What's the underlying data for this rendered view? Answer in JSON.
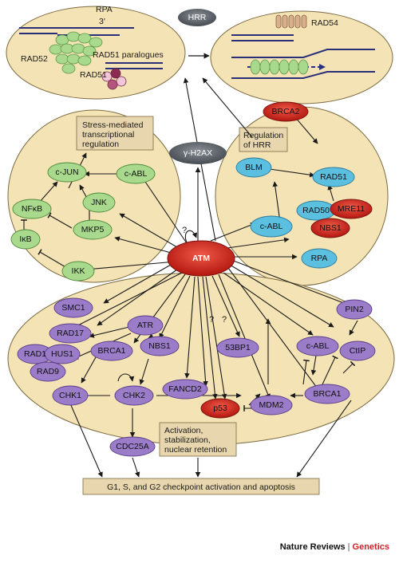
{
  "regions": {
    "hrr_label": "HRR",
    "labels": {
      "rpa": "RPA",
      "three_prime": "3′",
      "rad52": "RAD52",
      "rad51": "RAD51",
      "rad51_paralogues": "RAD51 paralogues",
      "rad54": "RAD54"
    }
  },
  "boxes": {
    "stress": [
      "Stress-mediated",
      "transcriptional",
      "regulation"
    ],
    "hrr_regulation": [
      "Regulation",
      "of HRR"
    ],
    "activation": [
      "Activation,",
      "stabilization,",
      "nuclear retention"
    ],
    "outcome": "G1, S, and G2 checkpoint activation and apoptosis"
  },
  "nodes": {
    "atm": "ATM",
    "gamma_h2ax": "γ-H2AX",
    "left": {
      "c_jun": "c-JUN",
      "c_abl": "c-ABL",
      "jnk": "JNK",
      "nfkb": "NFκB",
      "mkp5": "MKP5",
      "ikb": "IκB",
      "ikk": "IKK"
    },
    "right": {
      "brca2": "BRCA2",
      "rad51": "RAD51",
      "blm": "BLM",
      "rad50": "RAD50",
      "mre11": "MRE11",
      "nbs1": "NBS1",
      "c_abl": "c-ABL",
      "rpa": "RPA"
    },
    "bottom": {
      "smc1": "SMC1",
      "rad17": "RAD17",
      "atr": "ATR",
      "rad1": "RAD1",
      "hus1": "HUS1",
      "rad9": "RAD9",
      "brca1_left": "BRCA1",
      "nbs1": "NBS1",
      "chk1": "CHK1",
      "chk2": "CHK2",
      "fancd2": "FANCD2",
      "bp53": "53BP1",
      "p53": "p53",
      "mdm2": "MDM2",
      "c_abl": "c-ABL",
      "pin2": "PIN2",
      "ctip": "CtIP",
      "brca1_right": "BRCA1",
      "cdc25a": "CDC25A"
    }
  },
  "question_marks": [
    "?",
    "?",
    "?"
  ],
  "credit": {
    "journal": "Nature Reviews",
    "separator": "|",
    "section": "Genetics"
  },
  "colors": {
    "region_fill": "#f4e3b4",
    "region_stroke": "#7a6a40",
    "green": "#a8d98c",
    "blue": "#5bbfe0",
    "red": "#d6281f",
    "purple": "#9b7cc8",
    "grey": "#5f656b",
    "box_fill": "#e8d7ae"
  }
}
